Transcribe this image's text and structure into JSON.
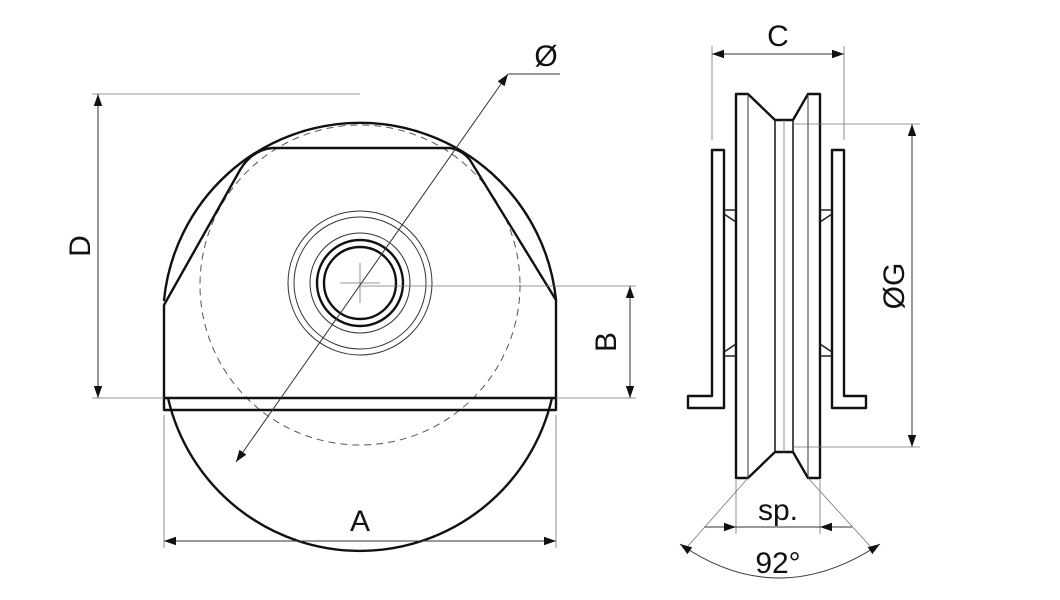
{
  "labels": {
    "diameter": "Ø",
    "D": "D",
    "B": "B",
    "A": "A",
    "C": "C",
    "G": "ØG",
    "spacing": "sp.",
    "angle": "92°"
  }
}
